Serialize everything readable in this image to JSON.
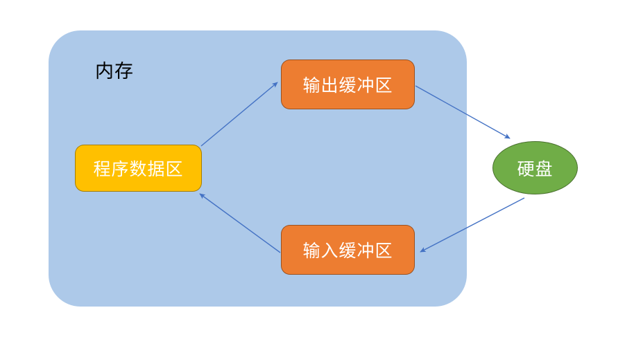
{
  "diagram": {
    "title_label": "内存",
    "container": {
      "name": "memory-region",
      "label": "内存",
      "color": "#ADC9E9"
    },
    "nodes": [
      {
        "id": "program-data",
        "label": "程序数据区",
        "shape": "rounded-rectangle",
        "color": "#FFC000",
        "text_color": "#FFFFFF"
      },
      {
        "id": "output-buffer",
        "label": "输出缓冲区",
        "shape": "rounded-rectangle",
        "color": "#ED7D31",
        "text_color": "#FFFFFF"
      },
      {
        "id": "input-buffer",
        "label": "输入缓冲区",
        "shape": "rounded-rectangle",
        "color": "#ED7D31",
        "text_color": "#FFFFFF"
      },
      {
        "id": "hard-disk",
        "label": "硬盘",
        "shape": "ellipse",
        "color": "#70AD47",
        "text_color": "#FFFFFF"
      }
    ],
    "edges": [
      {
        "id": "program-data-to-output-buffer",
        "from": "program-data",
        "to": "output-buffer",
        "label": "",
        "color": "#4472C4"
      },
      {
        "id": "output-buffer-to-hard-disk",
        "from": "output-buffer",
        "to": "hard-disk",
        "label": "",
        "color": "#4472C4"
      },
      {
        "id": "hard-disk-to-input-buffer",
        "from": "hard-disk",
        "to": "input-buffer",
        "label": "",
        "color": "#4472C4"
      },
      {
        "id": "input-buffer-to-program-data",
        "from": "input-buffer",
        "to": "program-data",
        "label": "",
        "color": "#4472C4"
      }
    ],
    "colors": {
      "memory_fill": "#ADC9E9",
      "program_data_fill": "#FFC000",
      "buffer_fill": "#ED7D31",
      "disk_fill": "#70AD47",
      "arrow": "#4472C4",
      "background": "#FFFFFF"
    }
  }
}
